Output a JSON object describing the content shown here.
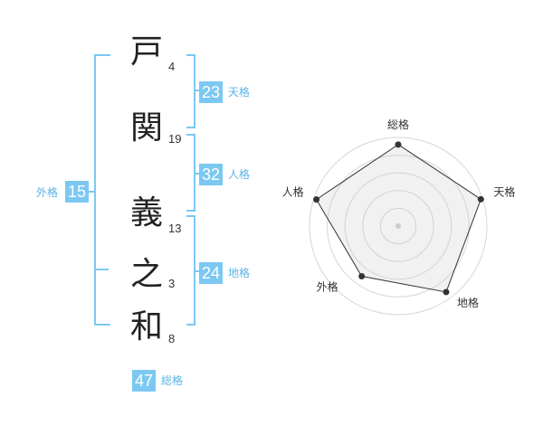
{
  "characters": [
    {
      "char": "戸",
      "strokes": "4"
    },
    {
      "char": "関",
      "strokes": "19"
    },
    {
      "char": "義",
      "strokes": "13"
    },
    {
      "char": "之",
      "strokes": "3"
    },
    {
      "char": "和",
      "strokes": "8"
    }
  ],
  "fortunes": {
    "tenkaku": {
      "value": "23",
      "label": "天格"
    },
    "jinkaku": {
      "value": "32",
      "label": "人格"
    },
    "chikaku": {
      "value": "24",
      "label": "地格"
    },
    "gaikaku": {
      "value": "15",
      "label": "外格"
    },
    "soukaku": {
      "value": "47",
      "label": "総格"
    }
  },
  "colors": {
    "accent": "#7cc8f2",
    "accent_text": "#59b4e6"
  },
  "radar": {
    "axes": [
      "総格",
      "天格",
      "地格",
      "外格",
      "人格"
    ],
    "levels": 5,
    "values": [
      0.92,
      0.98,
      0.92,
      0.7,
      0.97
    ]
  }
}
